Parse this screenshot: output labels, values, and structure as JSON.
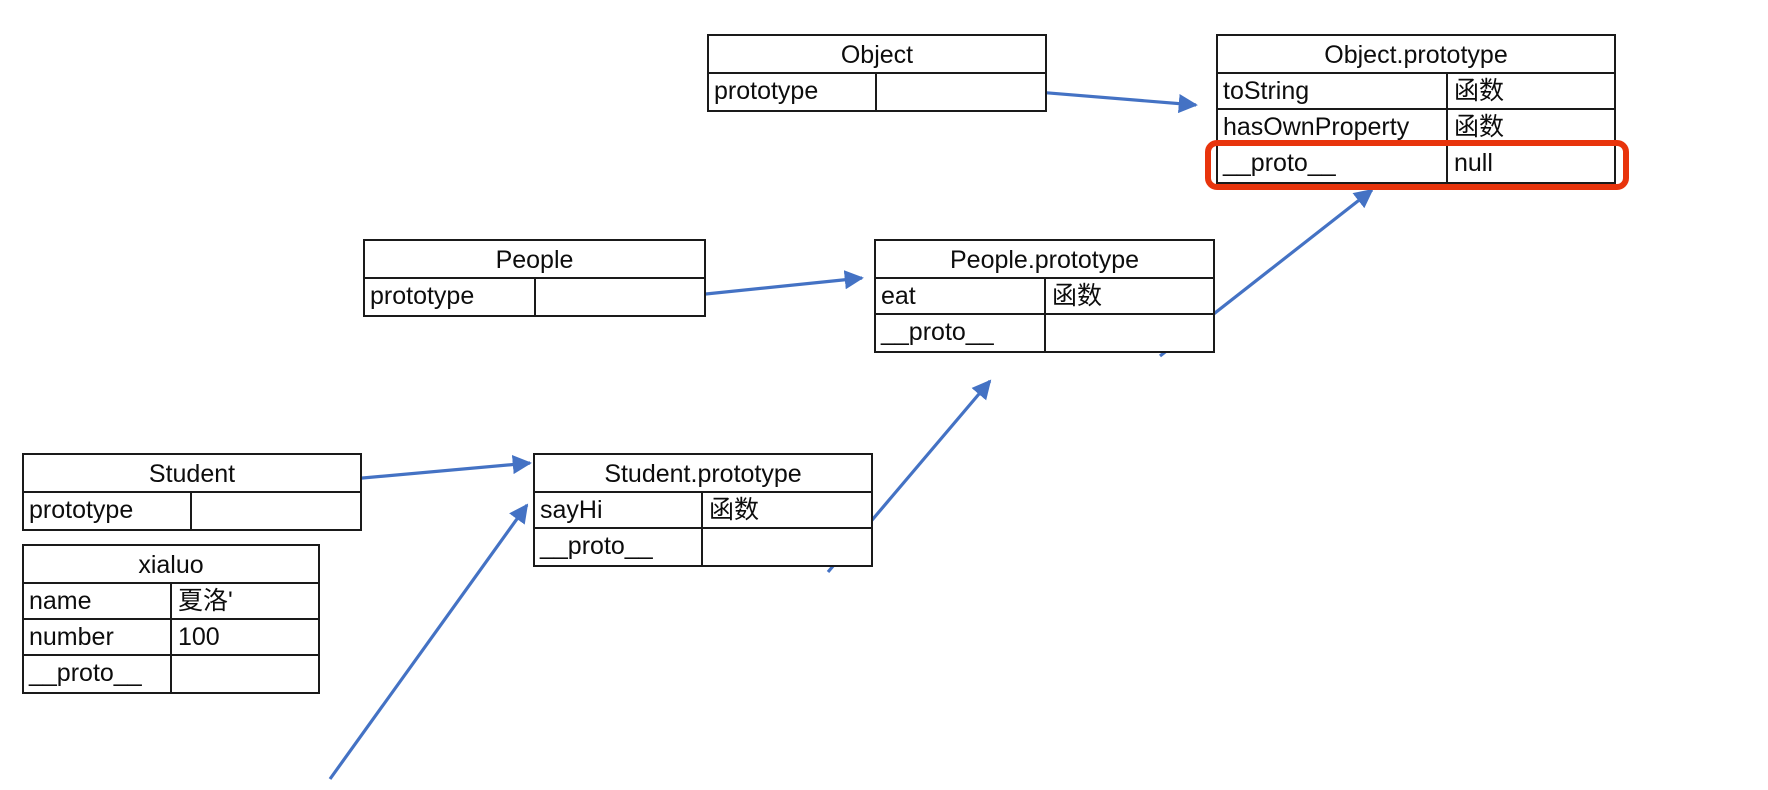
{
  "diagram": {
    "title": "JavaScript prototype chain diagram",
    "background_color": "#ffffff",
    "arrow_color": "#4472c4",
    "highlight_color": "#e8340c",
    "border_color": "#1a1a1a"
  },
  "boxes": {
    "object": {
      "title": "Object",
      "rows": [
        {
          "key": "prototype",
          "value": ""
        }
      ]
    },
    "object_prototype": {
      "title": "Object.prototype",
      "rows": [
        {
          "key": "toString",
          "value": "函数"
        },
        {
          "key": "hasOwnProperty",
          "value": "函数"
        },
        {
          "key": "__proto__",
          "value": "null"
        }
      ]
    },
    "people": {
      "title": "People",
      "rows": [
        {
          "key": "prototype",
          "value": ""
        }
      ]
    },
    "people_prototype": {
      "title": "People.prototype",
      "rows": [
        {
          "key": "eat",
          "value": "函数"
        },
        {
          "key": "__proto__",
          "value": ""
        }
      ]
    },
    "student": {
      "title": "Student",
      "rows": [
        {
          "key": "prototype",
          "value": ""
        }
      ]
    },
    "student_prototype": {
      "title": "Student.prototype",
      "rows": [
        {
          "key": "sayHi",
          "value": "函数"
        },
        {
          "key": "__proto__",
          "value": ""
        }
      ]
    },
    "xialuo": {
      "title": "xialuo",
      "rows": [
        {
          "key": "name",
          "value": "夏洛'"
        },
        {
          "key": "number",
          "value": "100"
        },
        {
          "key": "__proto__",
          "value": ""
        }
      ]
    }
  },
  "arrows": [
    {
      "name": "object-prototype-to-object-prototype-box",
      "from": "Object.prototype cell",
      "to": "Object.prototype box"
    },
    {
      "name": "people-prototype-to-people-prototype-box",
      "from": "People.prototype cell",
      "to": "People.prototype box"
    },
    {
      "name": "student-prototype-to-student-prototype-box",
      "from": "Student.prototype cell",
      "to": "Student.prototype box"
    },
    {
      "name": "people-proto-to-object-prototype",
      "from": "People.prototype.__proto__",
      "to": "Object.prototype.__proto__"
    },
    {
      "name": "student-proto-to-people-prototype",
      "from": "Student.prototype.__proto__",
      "to": "People.prototype box"
    },
    {
      "name": "xialuo-proto-to-student-prototype",
      "from": "xialuo.__proto__",
      "to": "Student.prototype box"
    }
  ],
  "highlight": {
    "name": "object-prototype-proto-null-highlight",
    "target": "Object.prototype __proto__ / null row"
  }
}
